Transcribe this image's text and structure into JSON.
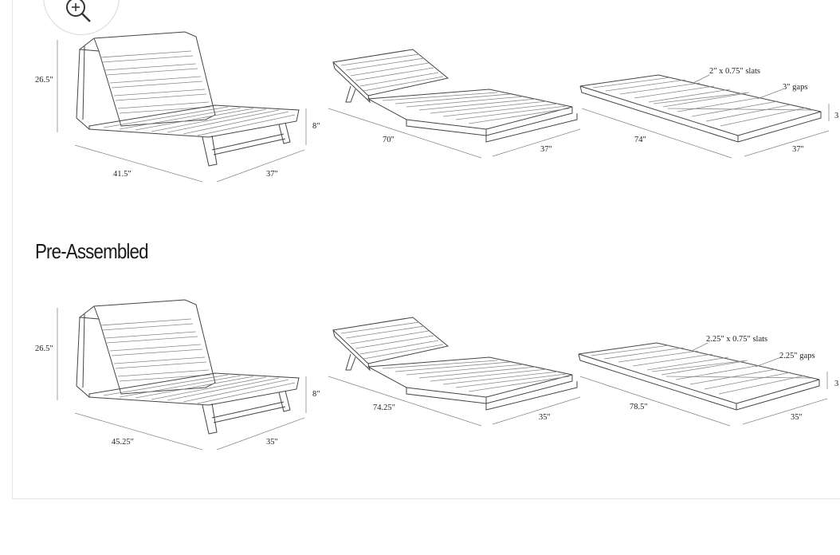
{
  "zoom": {
    "icon": "zoom-in-icon"
  },
  "section_title": "Pre-Assembled",
  "top_row": {
    "chair": {
      "height": "26.5\"",
      "seat_height": "8\"",
      "depth": "41.5\"",
      "width": "37\""
    },
    "lounger": {
      "length": "70\"",
      "width": "37\""
    },
    "bed": {
      "slats": "2\" x 0.75\" slats",
      "gaps": "3\" gaps",
      "length": "74\"",
      "width": "37\"",
      "edge": "3"
    }
  },
  "bottom_row": {
    "chair": {
      "height": "26.5\"",
      "seat_height": "8\"",
      "depth": "45.25\"",
      "width": "35\""
    },
    "lounger": {
      "length": "74.25\"",
      "width": "35\""
    },
    "bed": {
      "slats": "2.25\" x 0.75\" slats",
      "gaps": "2.25\" gaps",
      "length": "78.5\"",
      "width": "35\"",
      "edge": "3"
    }
  }
}
